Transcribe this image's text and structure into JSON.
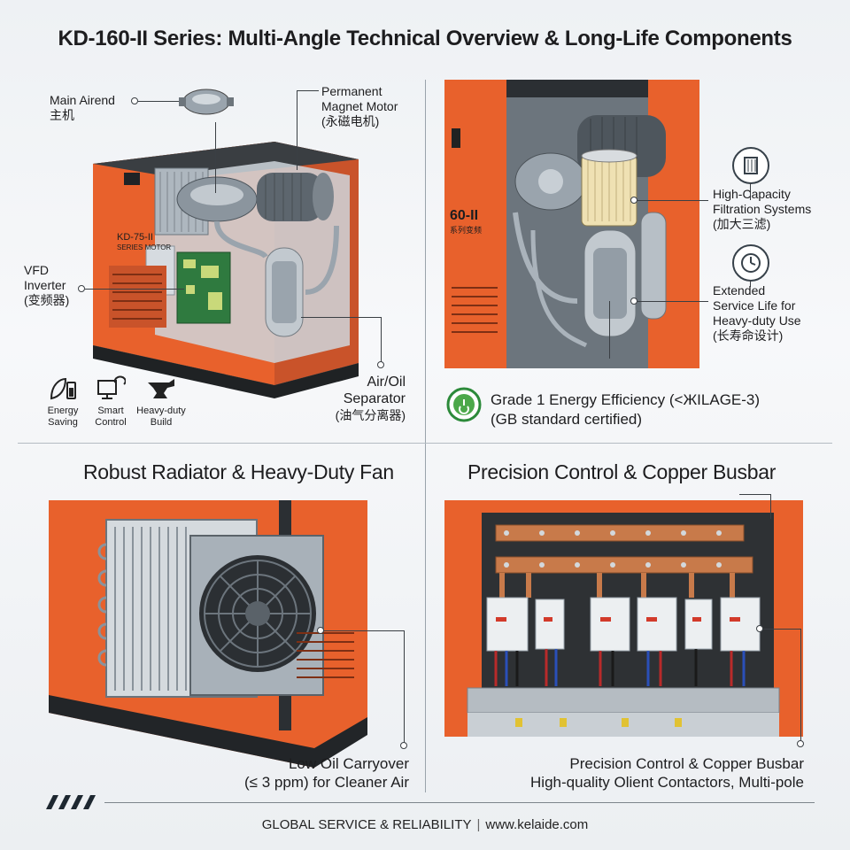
{
  "title": "KD-160-II Series: Multi-Angle Technical Overview & Long-Life Components",
  "q1": {
    "label_airend": [
      "Main Airend",
      "主机"
    ],
    "label_motor": [
      "Permanent",
      "Magnet Motor",
      "(永磁电机)"
    ],
    "label_vfd": [
      "VFD",
      "Inverter",
      "(变频器)"
    ],
    "label_sep": [
      "Air/Oil",
      "Separator",
      "(油气分离器)"
    ],
    "model_plate": [
      "KD-75-II",
      "SERIES MOTOR"
    ],
    "features": [
      {
        "icon": "energy-saving-icon",
        "label": [
          "Energy",
          "Saving"
        ]
      },
      {
        "icon": "smart-control-icon",
        "label": [
          "Smart",
          "Control"
        ]
      },
      {
        "icon": "heavy-duty-anvil-icon",
        "label": [
          "Heavy-duty",
          "Build"
        ]
      }
    ]
  },
  "q2": {
    "model_plate": [
      "60-II",
      "系列变频"
    ],
    "label_filter": [
      "High-Capacity",
      "Filtration Systems",
      "(加大三滤)"
    ],
    "label_life": [
      "Extended",
      "Service Life for",
      "Heavy-duty Use",
      "(长寿命设计)"
    ],
    "grade": [
      "Grade 1 Energy Efficiency (<ЖILAGE-3)",
      "(GB standard certified)"
    ]
  },
  "q3": {
    "title": "Robust Radiator & Heavy-Duty Fan",
    "label": [
      "Low Oil Carryover",
      "(≤ 3 ppm) for Cleaner Air"
    ]
  },
  "q4": {
    "title": "Precision Control & Copper Busbar",
    "label": [
      "Precision Control & Copper Busbar",
      "High-quality Olient Contactors, Multi-pole"
    ]
  },
  "footer": {
    "left": "GLOBAL SERVICE & RELIABILITY",
    "sep": "|",
    "right": "www.kelaide.com"
  },
  "colors": {
    "orange": "#e8612c",
    "dark": "#2e3134",
    "steel": "#9aa4ad",
    "copper": "#c87a4a"
  }
}
